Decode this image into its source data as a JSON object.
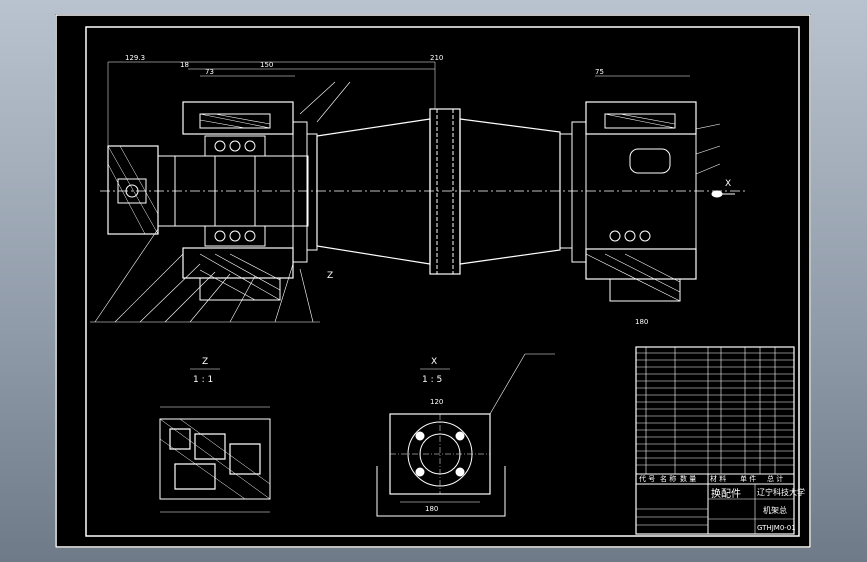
{
  "view_labels": {
    "detail_z": "Z",
    "detail_z_scale": "1 : 1",
    "view_x": "X",
    "view_x_scale": "1 : 5",
    "callout_z": "Z",
    "arrow_x": "X"
  },
  "dimensions": {
    "overall_left": "129.3",
    "d18": "18",
    "d150": "150",
    "d210": "210",
    "d73": "73",
    "d75": "75",
    "d120": "120",
    "d180": "180",
    "bottom_right": "180"
  },
  "title_block": {
    "row_code": "代 号",
    "row_name": "名 称",
    "row_qty": "数 量",
    "row_material": "材 料",
    "row_weight": "单 件",
    "row_total": "总 计",
    "product_name": "换配件",
    "school": "辽宁科技大学",
    "part_title": "机架总",
    "drawing_no": "GTHJM0-01"
  },
  "colors": {
    "background": "#000000",
    "line": "#ffffff",
    "frame": "#ffffff"
  }
}
